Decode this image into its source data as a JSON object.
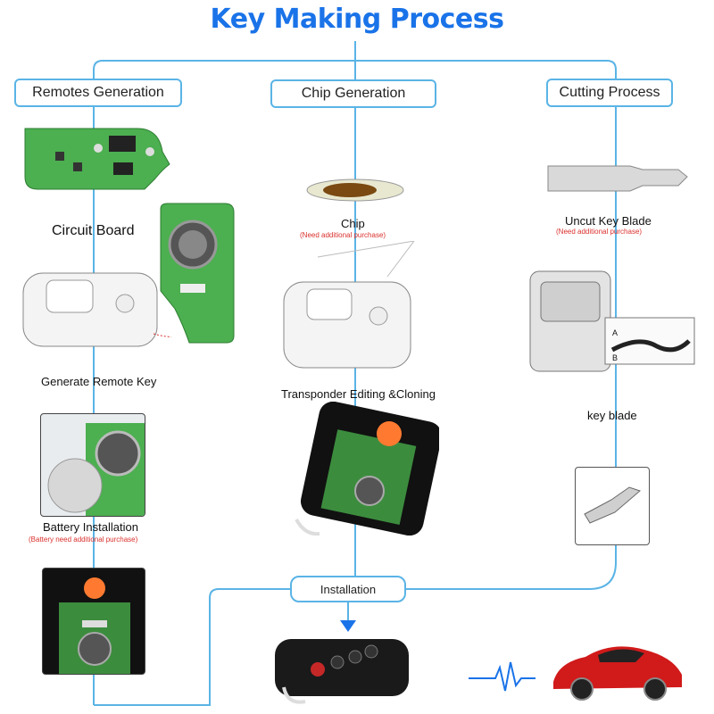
{
  "title": "Key Making Process",
  "columns": {
    "remotes": {
      "header": "Remotes Generation"
    },
    "chip": {
      "header": "Chip Generation"
    },
    "cutting": {
      "header": "Cutting Process"
    }
  },
  "labels": {
    "circuit_board": "Circuit Board",
    "generate_remote_key": "Generate Remote Key",
    "battery_installation": "Battery Installation",
    "battery_note": "(Battery need additional purchase)",
    "chip": "Chip",
    "chip_note": "(Need additional purchase)",
    "transponder": "Transponder Editing &Cloning",
    "uncut_key_blade": "Uncut Key  Blade",
    "blade_note": "(Need additional purchase)",
    "key_blade": "key blade",
    "installation": "Installation"
  },
  "colors": {
    "accent": "#1a73e8",
    "connector": "#5ab4e6",
    "note": "#d9302c",
    "pcb": "#4caf50",
    "car": "#d11a1a"
  }
}
